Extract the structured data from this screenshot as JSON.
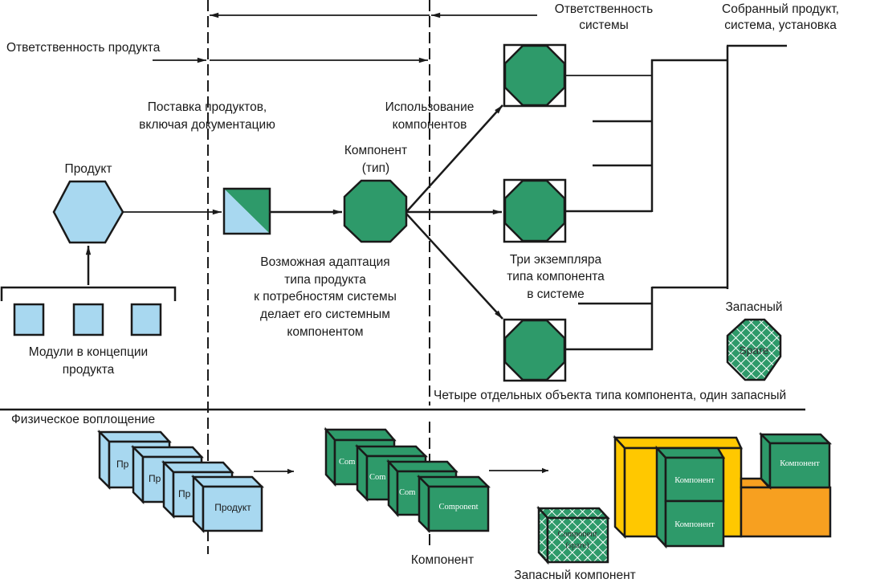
{
  "colors": {
    "green": "#2E9A6A",
    "blue": "#A8D8F0",
    "yellow": "#FFC800",
    "orange": "#F7A020",
    "line": "#1a1a1a"
  },
  "labels": {
    "product_responsibility": "Ответственность продукта",
    "system_responsibility_1": "Ответственность",
    "system_responsibility_2": "системы",
    "assembled_1": "Собранный продукт,",
    "assembled_2": "система, установка",
    "delivery_1": "Поставка продуктов,",
    "delivery_2": "включая документацию",
    "usage_1": "Использование",
    "usage_2": "компонентов",
    "product": "Продукт",
    "component_type_1": "Компонент",
    "component_type_2": "(тип)",
    "adaptation_1": "Возможная адаптация",
    "adaptation_2": "типа продукта",
    "adaptation_3": "к потребностям системы",
    "adaptation_4": "делает его системным",
    "adaptation_5": "компонентом",
    "modules_1": "Модули в концепции",
    "modules_2": "продукта",
    "three_instances_1": "Три экземпляра",
    "three_instances_2": "типа компонента",
    "three_instances_3": "в системе",
    "spare": "Запасный",
    "spare_inner": "Spare",
    "four_objects": "Четыре отдельных объекта типа компонента, один запасный",
    "physical": "Физическое воплощение",
    "box_product_partial": "Пр",
    "box_product": "Продукт",
    "box_component_partial": "Com",
    "box_component": "Component",
    "component_caption": "Компонент",
    "spare_box_1": "Component",
    "spare_box_2": "(spare)",
    "spare_component_caption": "Запасный компонент",
    "assembled_component": "Компонент"
  }
}
